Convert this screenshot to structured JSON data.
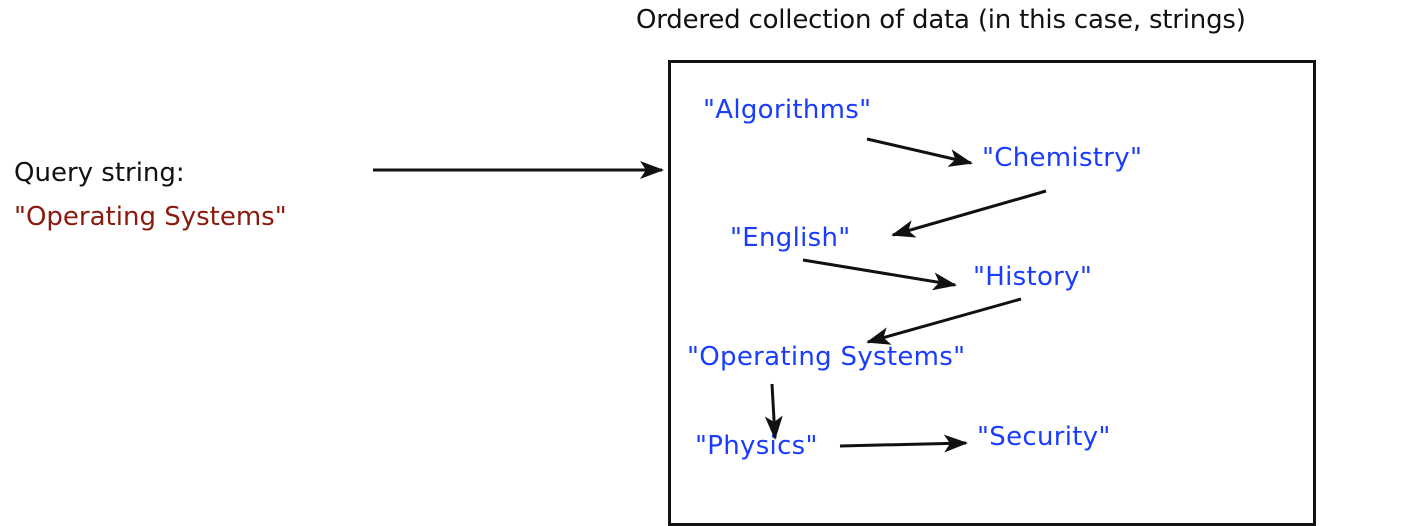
{
  "header": {
    "collection_title": "Ordered collection of data (in this case, strings)"
  },
  "query": {
    "label": "Query string:",
    "value": "\"Operating Systems\""
  },
  "colors": {
    "query_value": "#8b1a0e",
    "items": "#1a3cff",
    "lines": "#111111"
  },
  "collection": {
    "items": [
      "\"Algorithms\"",
      "\"Chemistry\"",
      "\"English\"",
      "\"History\"",
      "\"Operating Systems\"",
      "\"Physics\"",
      "\"Security\""
    ]
  },
  "edges": [
    {
      "from": "query",
      "to": "collection"
    },
    {
      "from": 0,
      "to": 1
    },
    {
      "from": 1,
      "to": 2
    },
    {
      "from": 2,
      "to": 3
    },
    {
      "from": 3,
      "to": 4
    },
    {
      "from": 4,
      "to": 5
    },
    {
      "from": 5,
      "to": 6
    }
  ]
}
